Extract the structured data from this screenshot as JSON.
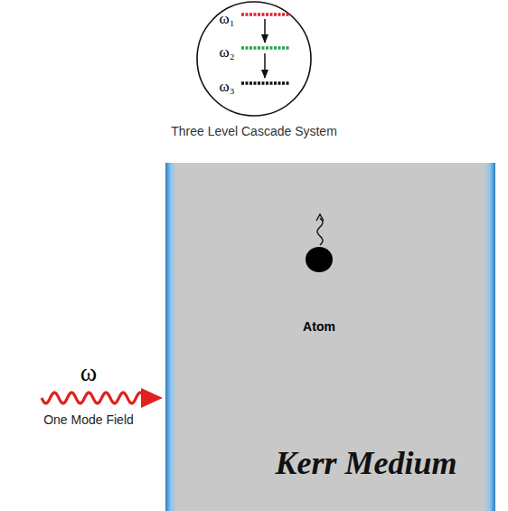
{
  "diagram": {
    "nodes": [
      {
        "text": [
          "ω₁",
          "ω₂",
          "ω₃",
          "Three Level Cascade System"
        ]
      },
      {
        "text": [
          "Kerr Medium"
        ]
      },
      {
        "text": [
          "Atom"
        ],
        "in": 1
      }
    ],
    "labels": [
      "ω",
      "One Mode Field"
    ]
  }
}
